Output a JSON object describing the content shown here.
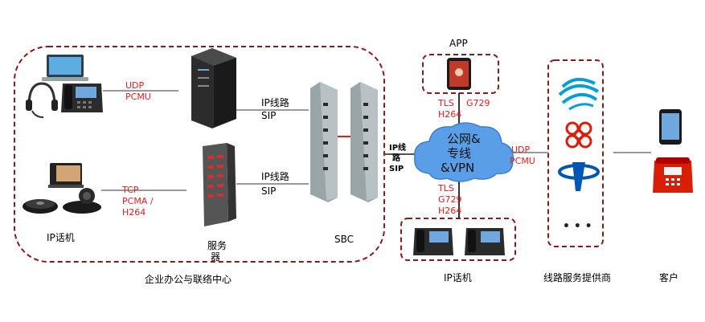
{
  "labels": {
    "udp_pcmu_1_a": "UDP",
    "udp_pcmu_1_b": "PCMU",
    "tcp": "TCP",
    "pcma": "PCMA /",
    "h264_left": "H264",
    "ip_line_1": "IP线路",
    "sip_1": "SIP",
    "ip_line_2": "IP线路",
    "sip_2": "SIP",
    "ip_phone_left": "IP话机",
    "server_a": "服务",
    "server_b": "器",
    "sbc": "SBC",
    "enterprise": "企业办公与联络中心",
    "app": "APP",
    "tls_top": "TLS",
    "g729_top": "G729",
    "h264_top": "H264",
    "cloud_1": "公网&",
    "cloud_2": "专线",
    "cloud_3": "&VPN",
    "ip_side_1": "IP线",
    "ip_side_2": "路",
    "ip_side_3": "SIP",
    "tls_bottom": "TLS",
    "g729_bottom": "G729",
    "h264_bottom": "H264",
    "udp_right": "UDP",
    "pcmu_right": "PCMU",
    "ip_phone_right": "IP话机",
    "carrier_dots": "• • •",
    "carrier": "线路服务提供商",
    "customer": "客户"
  },
  "icons": [
    "laptop-icon",
    "headset-icon",
    "ip-phone-icon",
    "server-rack-icon",
    "server-tower-icon",
    "video-phone-icon",
    "conference-phone-icon",
    "conference-camera-icon",
    "sbc-device-icon",
    "smartphone-icon",
    "cloud-icon",
    "china-mobile-logo-icon",
    "china-unicom-logo-icon",
    "china-telecom-logo-icon",
    "desk-phone-red-icon"
  ],
  "colors": {
    "accent": "#e02020",
    "dashed_border": "#8b1a1a",
    "cloud_blue": "#4a90e2"
  }
}
